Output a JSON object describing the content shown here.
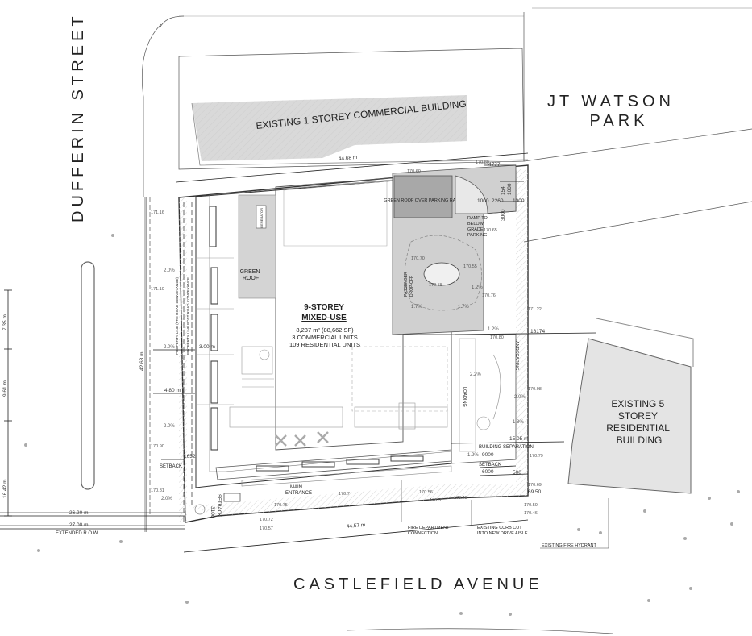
{
  "streets": {
    "dufferin": "DUFFERIN STREET",
    "castlefield": "CASTLEFIELD AVENUE",
    "park_line1": "JT WATSON",
    "park_line2": "PARK"
  },
  "buildings": {
    "commercial": "EXISTING 1 STOREY COMMERCIAL BUILDING",
    "residential_5": [
      "EXISTING 5",
      "STOREY",
      "RESIDENTIAL",
      "BUILDING"
    ]
  },
  "proposal": {
    "title_line1": "9-STOREY",
    "title_line2": "MIXED-USE",
    "area": "8,237 m² (88,662 SF)",
    "commercial_units": "3 COMMERCIAL UNITS",
    "residential_units": "109 RESIDENTIAL UNITS"
  },
  "labels": {
    "green_roof": [
      "GREEN",
      "ROOF"
    ],
    "green_roof_ramp": "GREEN ROOF OVER PARKING RAMP",
    "ramp": [
      "RAMP TO",
      "BELOW",
      "GRADE",
      "PARKING"
    ],
    "main_entrance": [
      "MAIN",
      "ENTRANCE"
    ],
    "building_separation": "BUILDING SEPARATION",
    "setback": "SETBACK",
    "extended_row": "EXTENDED R.O.W.",
    "fire_connection": [
      "FIRE DEPARTMENT",
      "CONNECTION"
    ],
    "curb_cut": [
      "EXISTING CURB CUT",
      "INTO NEW DRIVE AISLE"
    ],
    "fire_hydrant": "EXISTING FIRE HYDRANT",
    "landscaping": "LANDSCAPING",
    "loading": "LOADING",
    "passenger_drop": [
      "PASSENGER",
      "DROP-OFF"
    ],
    "property_line_pre": "PROPERTY LINE (PRE ROAD CONVEYANCE)",
    "property_line_post": "PROPERTY LINE POST ROAD CONVEYANCE",
    "generator": "GENERATOR"
  },
  "dimensions": {
    "north_width": "44.68 m",
    "south_width": "44.57 m",
    "west_depth": "42.68 m",
    "d_4777": "4777",
    "d_154": "154",
    "d_1000a": "1000",
    "d_1000b": "1000",
    "d_2260": "2260",
    "d_1000c": "1000",
    "d_3000": "3000",
    "d_18174": "18174",
    "d_1505": "15.05 m",
    "d_9000": "9000",
    "d_6000": "6000",
    "d_500": "500",
    "d_300": "3.00 m",
    "d_480": "4.80 m",
    "d_1652": "1652",
    "d_3100": "3100",
    "d_2620": "26.20 m",
    "d_2700": "27.00 m",
    "d_735": "7.35 m",
    "d_961": "9.61 m",
    "d_1642": "16.42 m",
    "d_6950": "69.50"
  },
  "elevations": [
    "170.80",
    "170.60",
    "170.70",
    "170.65",
    "170.55",
    "170.58",
    "170.76",
    "171.22",
    "170.98",
    "170.79",
    "170.69",
    "170.50",
    "170.48",
    "170.46",
    "170.57",
    "170.72",
    "170.75",
    "170.7",
    "170.51",
    "170.56",
    "171.16",
    "171.10",
    "170.90",
    "170.81",
    "170.80"
  ],
  "slopes": [
    "2.0%",
    "2.0%",
    "2.0%",
    "1.2%",
    "1.7%",
    "1.7%",
    "2.2%",
    "1.2%",
    "1.2%",
    "2.0%",
    "2.0%",
    "1.8%"
  ]
}
